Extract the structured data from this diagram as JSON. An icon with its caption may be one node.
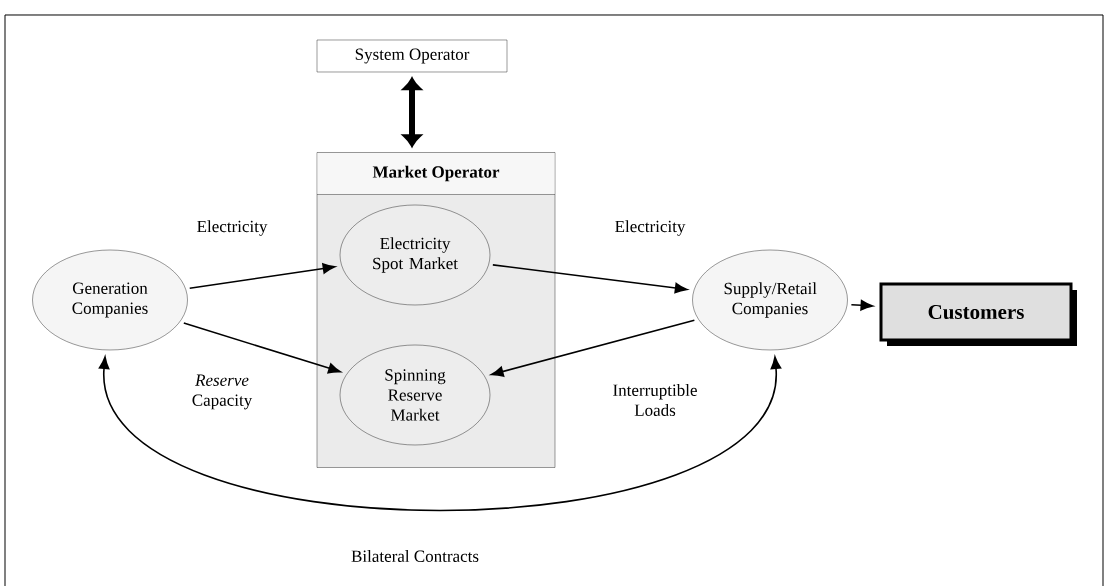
{
  "diagram": {
    "nodes": [
      {
        "text": [
          "System Operator"
        ]
      },
      {
        "text": [
          "Market Operator"
        ]
      },
      {
        "text": [
          "Electricity Spot Market"
        ],
        "in": 1
      },
      {
        "text": [
          "Spinning Reserve Market"
        ],
        "in": 1
      },
      {
        "text": [
          "Generation Companies"
        ]
      },
      {
        "text": [
          "Supply/Retail Companies"
        ]
      },
      {
        "text": [
          "Customers"
        ]
      }
    ],
    "edges": [
      {
        "from": 0,
        "to": 1,
        "arrow": "both",
        "style": "thick"
      },
      {
        "from": 4,
        "to": 2,
        "arrow": "to",
        "label": "Electricity"
      },
      {
        "from": 4,
        "to": 3,
        "arrow": "to",
        "label": "*Reserve* Capacity"
      },
      {
        "from": 2,
        "to": 5,
        "arrow": "to",
        "label": "Electricity"
      },
      {
        "from": 5,
        "to": 3,
        "arrow": "to",
        "label": "Interruptible Loads"
      },
      {
        "from": 4,
        "to": 5,
        "arrow": "both",
        "label": "Bilateral Contracts"
      },
      {
        "from": 5,
        "to": 6,
        "arrow": "to"
      }
    ]
  }
}
